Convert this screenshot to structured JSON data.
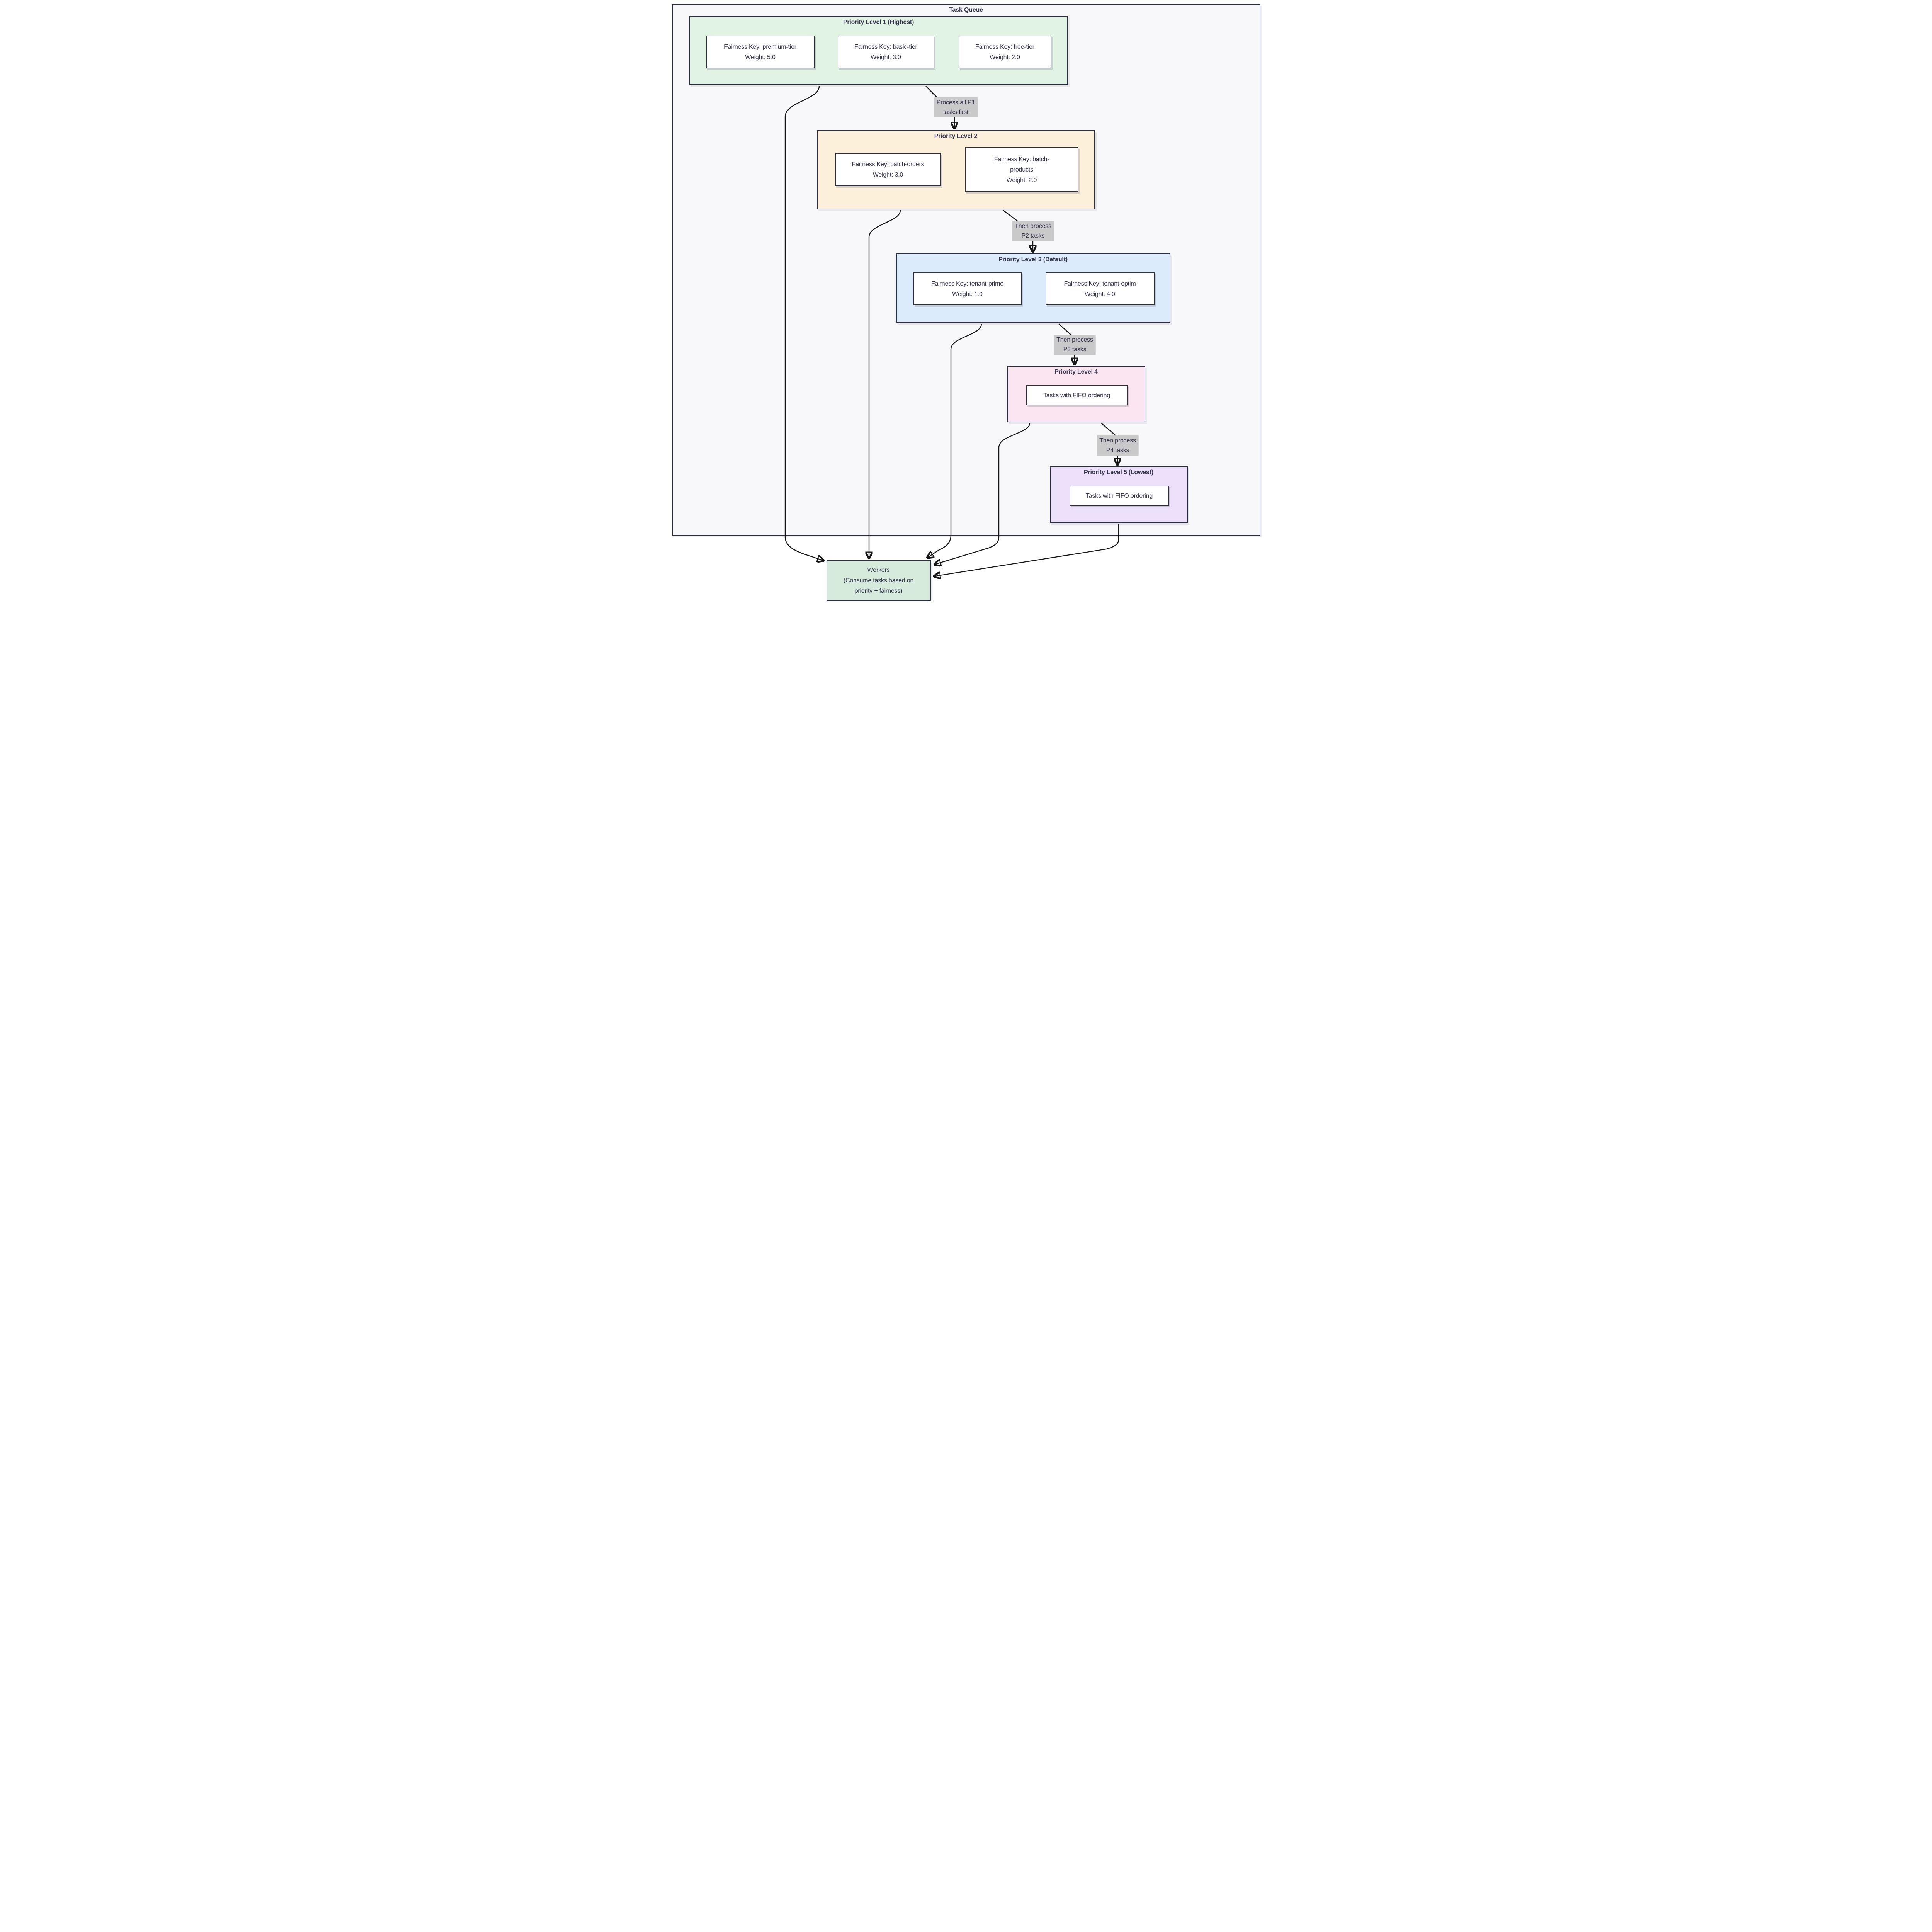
{
  "diagram": {
    "type": "flowchart",
    "outer": {
      "title": "Task Queue"
    },
    "clusters": [
      {
        "title": "Priority Level 1 (Highest)",
        "nodes": [
          [
            "Fairness Key: premium-tier",
            "Weight: 5.0"
          ],
          [
            "Fairness Key: basic-tier",
            "Weight: 3.0"
          ],
          [
            "Fairness Key: free-tier",
            "Weight: 2.0"
          ]
        ]
      },
      {
        "title": "Priority Level 2",
        "nodes": [
          [
            "Fairness Key: batch-orders",
            "Weight: 3.0"
          ],
          [
            "Fairness Key: batch-",
            "products",
            "Weight: 2.0"
          ]
        ]
      },
      {
        "title": "Priority Level 3 (Default)",
        "nodes": [
          [
            "Fairness Key: tenant-prime",
            "Weight: 1.0"
          ],
          [
            "Fairness Key: tenant-optim",
            "Weight: 4.0"
          ]
        ]
      },
      {
        "title": "Priority Level 4",
        "nodes": [
          [
            "Tasks with FIFO ordering"
          ]
        ]
      },
      {
        "title": "Priority Level 5 (Lowest)",
        "nodes": [
          [
            "Tasks with FIFO ordering"
          ]
        ]
      }
    ],
    "workers": {
      "lines": [
        "Workers",
        "(Consume tasks based on",
        "priority + fairness)"
      ]
    },
    "edge_labels": [
      [
        "Process all P1",
        "tasks first"
      ],
      [
        "Then process",
        "P2 tasks"
      ],
      [
        "Then process",
        "P3 tasks"
      ],
      [
        "Then process",
        "P4 tasks"
      ]
    ],
    "colors": {
      "outer_fill": "#f8f8fa",
      "p1_fill": "#e1f3e2",
      "p2_fill": "#fdf0da",
      "p3_fill": "#dcebfc",
      "p4_fill": "#fbe5f1",
      "p5_fill": "#ece0fa",
      "workers_fill": "#d6ebdb",
      "cluster_border": "#2a2e45",
      "node_border": "#2d2d3a",
      "edge": "#161616",
      "label_bg": "#c9c9c9",
      "text": "#33334f"
    }
  }
}
